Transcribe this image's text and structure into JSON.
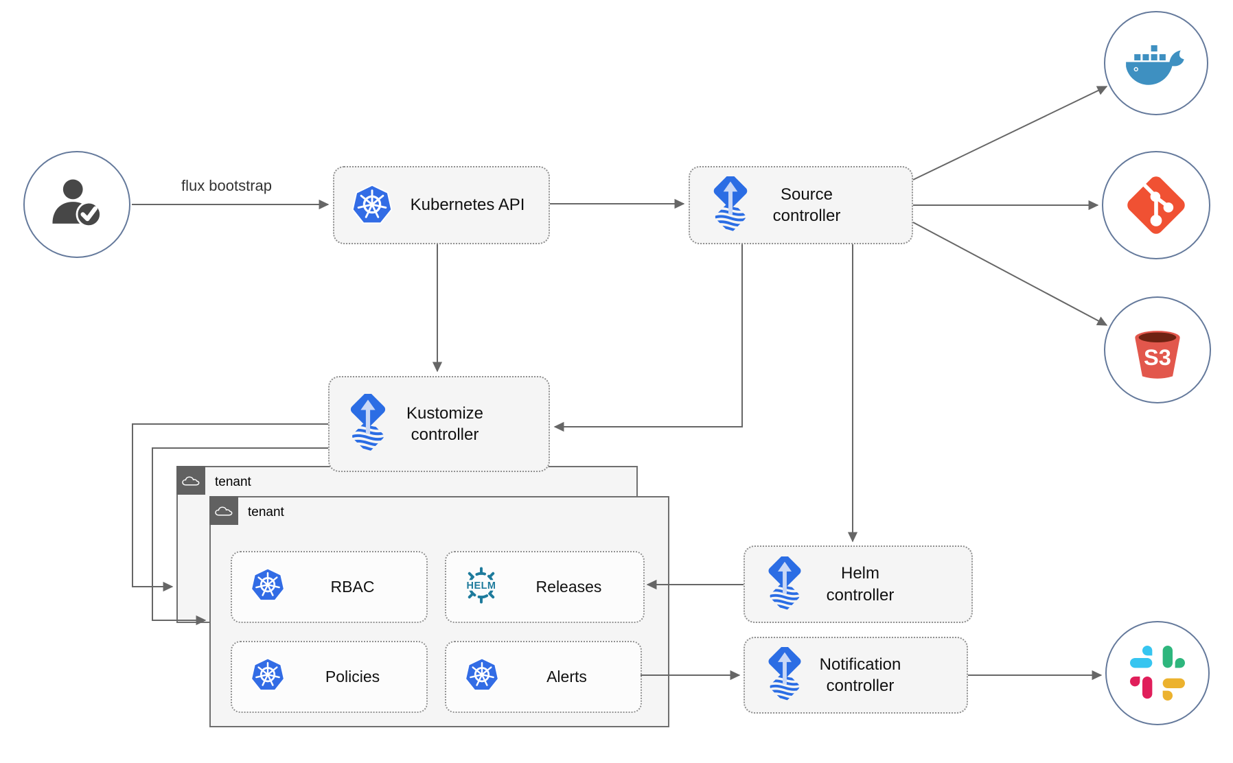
{
  "diagram": {
    "edge_label": "flux bootstrap",
    "nodes": {
      "kubernetes_api": {
        "label": "Kubernetes API",
        "icon": "kubernetes"
      },
      "source_controller": {
        "label": "Source controller",
        "icon": "flux"
      },
      "kustomize_controller": {
        "label": "Kustomize controller",
        "icon": "flux"
      },
      "helm_controller": {
        "label": "Helm controller",
        "icon": "flux"
      },
      "notification_controller": {
        "label": "Notification controller",
        "icon": "flux"
      },
      "rbac": {
        "label": "RBAC",
        "icon": "kubernetes"
      },
      "releases": {
        "label": "Releases",
        "icon": "helm"
      },
      "policies": {
        "label": "Policies",
        "icon": "kubernetes"
      },
      "alerts": {
        "label": "Alerts",
        "icon": "kubernetes"
      }
    },
    "groups": {
      "tenant_outer": {
        "label": "tenant",
        "icon": "cloud"
      },
      "tenant_inner": {
        "label": "tenant",
        "icon": "cloud"
      }
    },
    "endpoints": {
      "user": {
        "icon": "user-check"
      },
      "docker": {
        "icon": "docker-whale"
      },
      "git": {
        "icon": "git"
      },
      "s3": {
        "icon": "s3-bucket"
      },
      "slack": {
        "icon": "slack"
      }
    }
  },
  "colors": {
    "flux_blue": "#2b6de4",
    "flux_light": "#c9d8f6",
    "kubernetes_blue": "#326ce5",
    "helm_teal": "#1e7b9c",
    "docker_blue": "#3e90c1",
    "git_orange": "#f05133",
    "s3_red": "#e2574c",
    "s3_dark": "#6e2212",
    "slack_blue": "#36C5F0",
    "slack_green": "#2EB67D",
    "slack_yellow": "#ECB22E",
    "slack_red": "#E01E5A",
    "arrow_gray": "#666666",
    "person_gray": "#474747",
    "circle_border": "#64799b",
    "tenant_header": "#616161"
  }
}
